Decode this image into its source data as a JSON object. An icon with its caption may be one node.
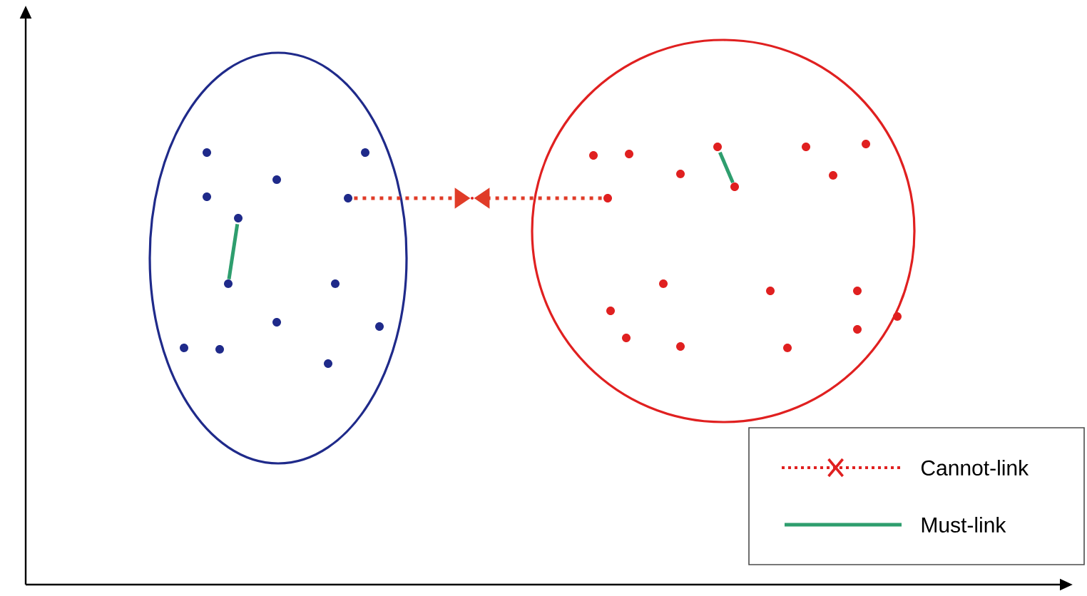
{
  "diagram": {
    "nodes": [
      {
        "text": [],
        "shape": "ellipse"
      },
      {
        "text": [],
        "shape": "circle",
        "in": 0
      },
      {
        "text": [],
        "shape": "circle",
        "in": 0
      },
      {
        "text": [],
        "shape": "circle",
        "in": 0
      },
      {
        "text": [],
        "shape": "circle",
        "in": 0
      },
      {
        "text": [],
        "shape": "circle",
        "in": 0
      },
      {
        "text": [],
        "shape": "circle",
        "in": 0
      },
      {
        "text": [],
        "shape": "circle",
        "in": 0
      },
      {
        "text": [],
        "shape": "circle",
        "in": 0
      },
      {
        "text": [],
        "shape": "circle",
        "in": 0
      },
      {
        "text": [],
        "shape": "circle",
        "in": 0
      },
      {
        "text": [],
        "shape": "circle",
        "in": 0
      },
      {
        "text": [],
        "shape": "circle",
        "in": 0
      },
      {
        "text": [],
        "shape": "circle",
        "in": 0
      },
      {
        "text": [],
        "shape": "circle"
      },
      {
        "text": [],
        "shape": "circle",
        "in": 14
      },
      {
        "text": [],
        "shape": "circle",
        "in": 14
      },
      {
        "text": [],
        "shape": "circle",
        "in": 14
      },
      {
        "text": [],
        "shape": "circle",
        "in": 14
      },
      {
        "text": [],
        "shape": "circle",
        "in": 14
      },
      {
        "text": [],
        "shape": "circle",
        "in": 14
      },
      {
        "text": [],
        "shape": "circle",
        "in": 14
      },
      {
        "text": [],
        "shape": "circle",
        "in": 14
      },
      {
        "text": [],
        "shape": "circle",
        "in": 14
      },
      {
        "text": [],
        "shape": "circle",
        "in": 14
      },
      {
        "text": [],
        "shape": "circle",
        "in": 14
      },
      {
        "text": [],
        "shape": "circle",
        "in": 14
      },
      {
        "text": [],
        "shape": "circle",
        "in": 14
      },
      {
        "text": [],
        "shape": "circle",
        "in": 14
      },
      {
        "text": [],
        "shape": "circle",
        "in": 14
      },
      {
        "text": [],
        "shape": "circle",
        "in": 14
      },
      {
        "text": [],
        "shape": "circle",
        "in": 14
      },
      {
        "text": [],
        "shape": "circle",
        "in": 14
      },
      {
        "text": [],
        "shape": "point"
      }
    ],
    "edges": [
      {
        "from": 5,
        "to": 33,
        "arrow": "to",
        "style": "dashed",
        "color": "#e03c28"
      },
      {
        "from": 23,
        "to": 33,
        "arrow": "to",
        "style": "dashed",
        "color": "#e03c28"
      },
      {
        "from": 6,
        "to": 7,
        "arrow": "none",
        "color": "#2e9e6e"
      },
      {
        "from": 16,
        "to": 22,
        "arrow": "none",
        "color": "#2e9e6e"
      }
    ],
    "legend": [
      {
        "text": "Cannot-link"
      },
      {
        "text": "Must-link"
      }
    ]
  }
}
